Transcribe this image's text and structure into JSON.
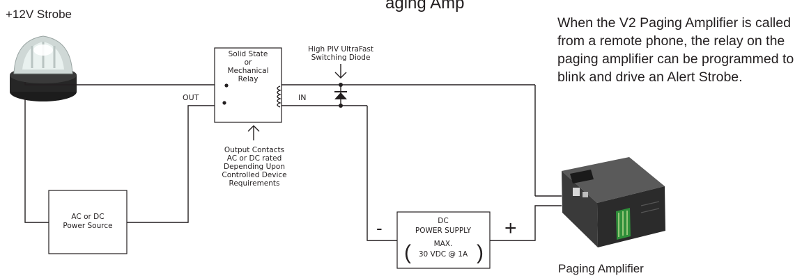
{
  "title_partial": "aging Amp",
  "strobe": {
    "label": "+12V Strobe"
  },
  "relay": {
    "lines": [
      "Solid State",
      "or",
      "Mechanical",
      "Relay"
    ],
    "out_label": "OUT",
    "in_label": "IN"
  },
  "diode": {
    "lines": [
      "High PIV UltraFast",
      "Switching Diode"
    ]
  },
  "contacts_note": {
    "lines": [
      "Output Contacts",
      "AC or DC rated",
      "Depending Upon",
      "Controlled Device",
      "Requirements"
    ]
  },
  "power_source": {
    "lines": [
      "AC or DC",
      "Power Source"
    ]
  },
  "dc_supply": {
    "lines": [
      "DC",
      "POWER SUPPLY",
      "MAX.",
      "30 VDC @ 1A"
    ],
    "minus": "-",
    "plus": "+"
  },
  "amplifier": {
    "label": "Paging Amplifier"
  },
  "description": "When the V2 Paging Amplifier is called from a remote phone, the relay on the paging amplifier can be programmed to  blink and drive an Alert Strobe.",
  "colors": {
    "ink": "#231f20",
    "amp_body": "#2b2b2b",
    "amp_board": "#2f8f3a"
  }
}
